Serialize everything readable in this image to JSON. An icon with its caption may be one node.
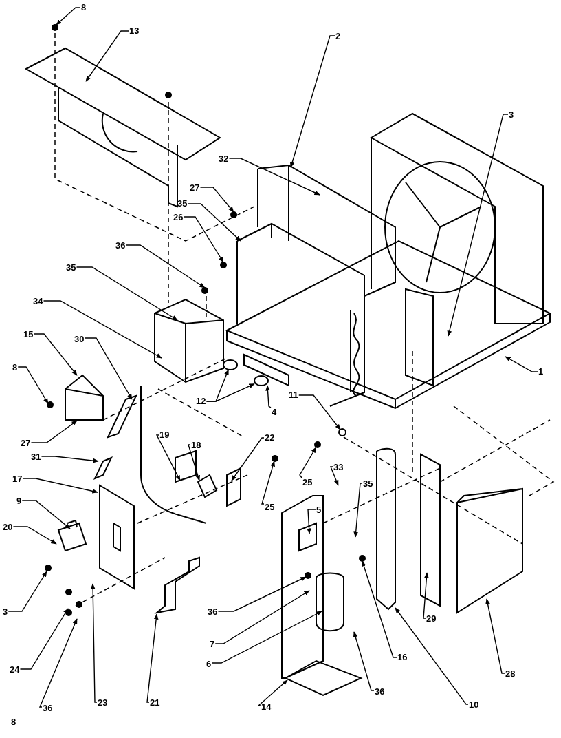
{
  "diagram": {
    "nodes": [
      {
        "text": [
          "8"
        ]
      },
      {
        "text": [
          "13"
        ]
      },
      {
        "text": [
          "2"
        ]
      },
      {
        "text": [
          "3"
        ]
      },
      {
        "text": [
          "32"
        ]
      },
      {
        "text": [
          "27"
        ]
      },
      {
        "text": [
          "35"
        ]
      },
      {
        "text": [
          "26"
        ]
      },
      {
        "text": [
          "36"
        ]
      },
      {
        "text": [
          "35"
        ]
      },
      {
        "text": [
          "34"
        ]
      },
      {
        "text": [
          "15"
        ]
      },
      {
        "text": [
          "30"
        ]
      },
      {
        "text": [
          "8"
        ]
      },
      {
        "text": [
          "1"
        ]
      },
      {
        "text": [
          "12"
        ]
      },
      {
        "text": [
          "4"
        ]
      },
      {
        "text": [
          "11"
        ]
      },
      {
        "text": [
          "27"
        ]
      },
      {
        "text": [
          "19"
        ]
      },
      {
        "text": [
          "18"
        ]
      },
      {
        "text": [
          "22"
        ]
      },
      {
        "text": [
          "31"
        ]
      },
      {
        "text": [
          "25"
        ]
      },
      {
        "text": [
          "25"
        ]
      },
      {
        "text": [
          "33"
        ]
      },
      {
        "text": [
          "35"
        ]
      },
      {
        "text": [
          "17"
        ]
      },
      {
        "text": [
          "9"
        ]
      },
      {
        "text": [
          "5"
        ]
      },
      {
        "text": [
          "20"
        ]
      },
      {
        "text": [
          "3"
        ]
      },
      {
        "text": [
          "36"
        ]
      },
      {
        "text": [
          "16"
        ]
      },
      {
        "text": [
          "29"
        ]
      },
      {
        "text": [
          "7"
        ]
      },
      {
        "text": [
          "6"
        ]
      },
      {
        "text": [
          "10"
        ]
      },
      {
        "text": [
          "28"
        ]
      },
      {
        "text": [
          "24"
        ]
      },
      {
        "text": [
          "14"
        ]
      },
      {
        "text": [
          "36"
        ]
      },
      {
        "text": [
          "23"
        ]
      },
      {
        "text": [
          "21"
        ]
      },
      {
        "text": [
          "36"
        ]
      },
      {
        "text": [],
        "shape": "circle"
      },
      {
        "text": [],
        "shape": "circle"
      },
      {
        "text": [],
        "shape": "bar"
      },
      {
        "text": [],
        "shape": "circle"
      },
      {
        "text": [],
        "shape": "circle"
      }
    ],
    "edges": [
      {
        "from": 0,
        "to": null,
        "arrow": "to"
      },
      {
        "from": 1,
        "to": null,
        "arrow": "to"
      },
      {
        "from": 2,
        "to": null,
        "arrow": "to"
      },
      {
        "from": 3,
        "to": null,
        "arrow": "to"
      },
      {
        "from": 4,
        "to": null,
        "arrow": "to"
      },
      {
        "from": 5,
        "to": null,
        "arrow": "to"
      },
      {
        "from": 6,
        "to": null,
        "arrow": "to"
      },
      {
        "from": 7,
        "to": null,
        "arrow": "to"
      },
      {
        "from": 8,
        "to": null,
        "arrow": "to"
      },
      {
        "from": 9,
        "to": null,
        "arrow": "to"
      },
      {
        "from": 10,
        "to": null,
        "arrow": "to"
      },
      {
        "from": 11,
        "to": null,
        "arrow": "to"
      },
      {
        "from": 12,
        "to": null,
        "arrow": "to"
      },
      {
        "from": 13,
        "to": null,
        "arrow": "to"
      },
      {
        "from": 14,
        "to": null,
        "arrow": "to"
      },
      {
        "from": 15,
        "to": 45,
        "arrow": "to"
      },
      {
        "from": 15,
        "to": 46,
        "arrow": "to"
      },
      {
        "from": 16,
        "to": 47,
        "arrow": "to"
      },
      {
        "from": 17,
        "to": null,
        "arrow": "to"
      },
      {
        "from": 18,
        "to": null,
        "arrow": "to"
      },
      {
        "from": 19,
        "to": null,
        "arrow": "to"
      },
      {
        "from": 20,
        "to": null,
        "arrow": "to"
      },
      {
        "from": 21,
        "to": null,
        "arrow": "to"
      },
      {
        "from": 22,
        "to": null,
        "arrow": "to"
      },
      {
        "from": 23,
        "to": 48,
        "arrow": "to"
      },
      {
        "from": 24,
        "to": 49,
        "arrow": "to"
      },
      {
        "from": 25,
        "to": null,
        "arrow": "to"
      },
      {
        "from": 26,
        "to": null,
        "arrow": "to"
      },
      {
        "from": 27,
        "to": null,
        "arrow": "to"
      },
      {
        "from": 28,
        "to": null,
        "arrow": "to"
      },
      {
        "from": 29,
        "to": null,
        "arrow": "to"
      },
      {
        "from": 30,
        "to": null,
        "arrow": "to"
      },
      {
        "from": 31,
        "to": null,
        "arrow": "to"
      },
      {
        "from": 32,
        "to": null,
        "arrow": "to"
      },
      {
        "from": 33,
        "to": null,
        "arrow": "to"
      },
      {
        "from": 34,
        "to": null,
        "arrow": "to"
      },
      {
        "from": 35,
        "to": null,
        "arrow": "to"
      },
      {
        "from": 36,
        "to": null,
        "arrow": "to"
      },
      {
        "from": 37,
        "to": null,
        "arrow": "to"
      },
      {
        "from": 38,
        "to": null,
        "arrow": "to"
      },
      {
        "from": 39,
        "to": null,
        "arrow": "to"
      },
      {
        "from": 40,
        "to": null,
        "arrow": "to"
      },
      {
        "from": 41,
        "to": null,
        "arrow": "to"
      },
      {
        "from": 42,
        "to": null,
        "arrow": "to"
      },
      {
        "from": 43,
        "to": null,
        "arrow": "to"
      },
      {
        "from": 44,
        "to": null,
        "arrow": "to"
      }
    ],
    "labels": [
      "8"
    ]
  }
}
